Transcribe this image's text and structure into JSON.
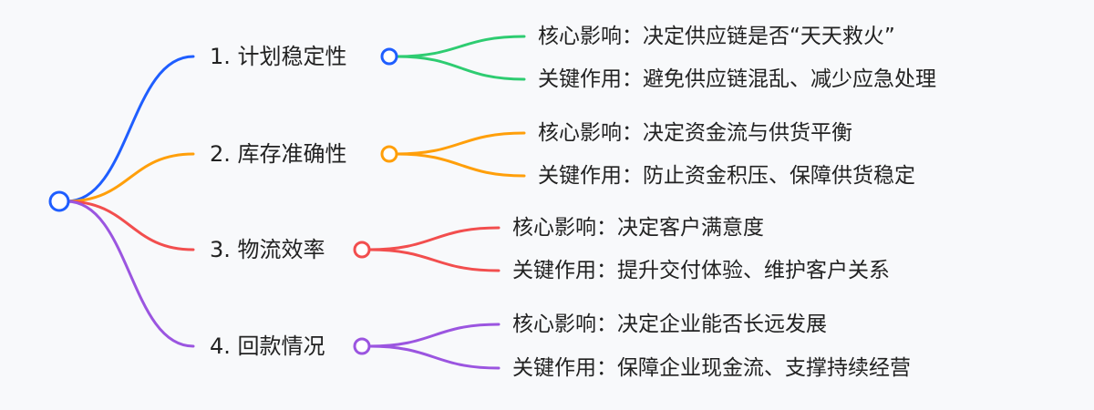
{
  "colors": {
    "root": "#1f5eff",
    "branches": [
      "#1f5eff",
      "#ff9f0a",
      "#f24e4e",
      "#9b55e0"
    ],
    "leaves": [
      "#2ecc71",
      "#ff9f0a",
      "#f24e4e",
      "#9b55e0"
    ]
  },
  "branches": [
    {
      "label": "1. 计划稳定性",
      "leaves": [
        "核心影响：决定供应链是否“天天救火”",
        "关键作用：避免供应链混乱、减少应急处理"
      ]
    },
    {
      "label": "2. 库存准确性",
      "leaves": [
        "核心影响：决定资金流与供货平衡",
        "关键作用：防止资金积压、保障供货稳定"
      ]
    },
    {
      "label": "3. 物流效率",
      "leaves": [
        "核心影响：决定客户满意度",
        "关键作用：提升交付体验、维护客户关系"
      ]
    },
    {
      "label": "4. 回款情况",
      "leaves": [
        "核心影响：决定企业能否长远发展",
        "关键作用：保障企业现金流、支撑持续经营"
      ]
    }
  ]
}
